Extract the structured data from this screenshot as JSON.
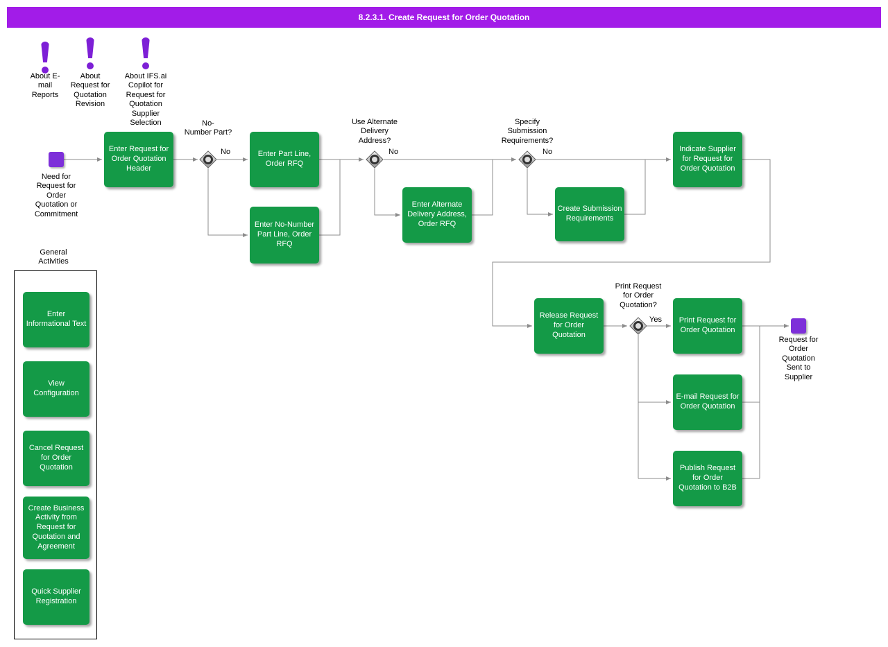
{
  "colors": {
    "header_bar": "#a21ce8",
    "task_green": "#149a47",
    "event_purple": "#7d2fd9",
    "info_icon_purple": "#7d1fd6",
    "connector_gray": "#8c8c8c"
  },
  "header": {
    "title": "8.2.3.1. Create Request for Order Quotation"
  },
  "info_icons": [
    {
      "icon": "exclamation-icon",
      "label": "About E-\nmail\nReports"
    },
    {
      "icon": "exclamation-icon",
      "label": "About\nRequest for\nQuotation\nRevision"
    },
    {
      "icon": "exclamation-icon",
      "label": "About IFS.ai\nCopilot for\nRequest for\nQuotation\nSupplier\nSelection"
    }
  ],
  "flow": {
    "start": {
      "label": "Need for\nRequest for\nOrder\nQuotation or\nCommitment"
    },
    "end": {
      "label": "Request for\nOrder\nQuotation\nSent to\nSupplier"
    },
    "tasks": [
      {
        "label": "Enter Request for Order Quotation Header"
      },
      {
        "label": "Enter Part Line, Order RFQ"
      },
      {
        "label": "Enter No-Number Part Line, Order RFQ"
      },
      {
        "label": "Enter Alternate Delivery Address, Order RFQ"
      },
      {
        "label": "Create Submission Requirements"
      },
      {
        "label": "Indicate Supplier for Request for Order Quotation"
      },
      {
        "label": "Release Request for Order Quotation"
      },
      {
        "label": "Print Request for Order Quotation"
      },
      {
        "label": "E-mail Request for Order Quotation"
      },
      {
        "label": "Publish Request for Order Quotation to B2B"
      }
    ],
    "decisions": [
      {
        "question": "No-\nNumber Part?",
        "branch": "No"
      },
      {
        "question": "Use Alternate\nDelivery\nAddress?",
        "branch": "No"
      },
      {
        "question": "Specify\nSubmission\nRequirements?",
        "branch": "No"
      },
      {
        "question": "Print Request\nfor Order\nQuotation?",
        "branch": "Yes"
      }
    ]
  },
  "sidebar": {
    "title": "General\nActivities",
    "items": [
      {
        "label": "Enter Informational Text"
      },
      {
        "label": "View Configuration"
      },
      {
        "label": "Cancel Request for Order Quotation"
      },
      {
        "label": "Create Business Activity from Request for Quotation and Agreement"
      },
      {
        "label": "Quick Supplier Registration"
      }
    ]
  }
}
